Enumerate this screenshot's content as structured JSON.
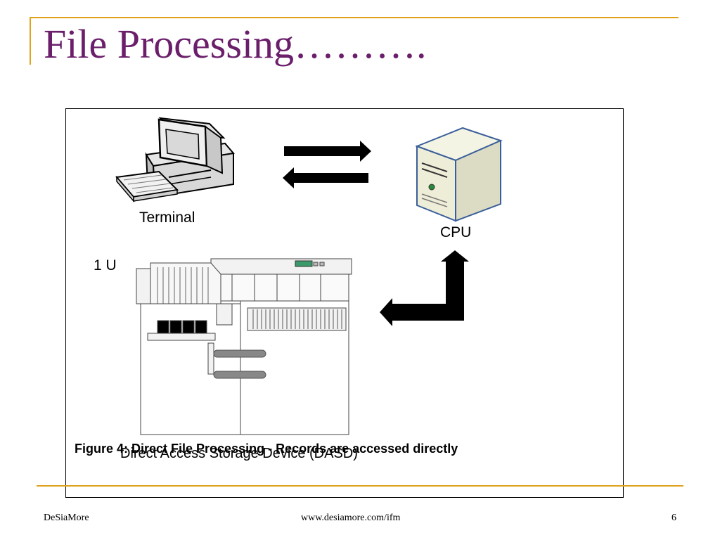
{
  "slide": {
    "title": "File Processing……….",
    "footer": {
      "left": "DeSiaMore",
      "center": "www.desiamore.com/ifm",
      "page_number": "6"
    }
  },
  "diagram": {
    "terminal_label": "Terminal",
    "cpu_label": "CPU",
    "rack_unit_label": "1 U",
    "dasd_label": "Direct Access Storage Device (DASD)",
    "caption": "Figure 4: Direct File Processing - Records are accessed directly"
  },
  "colors": {
    "title": "#6b1f6b",
    "accent_rule": "#e0a21a",
    "cpu_body": "#eeeed8",
    "cpu_outline": "#3a5f9a",
    "led": "#2a8a3a"
  },
  "icons": [
    "terminal-computer-icon",
    "cpu-tower-icon",
    "storage-device-icon"
  ]
}
